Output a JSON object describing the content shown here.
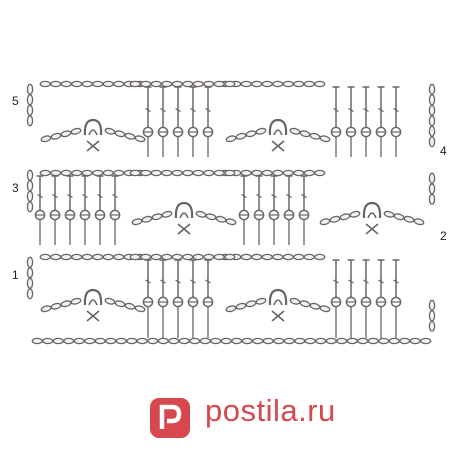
{
  "diagram": {
    "row_labels": [
      "5",
      "4",
      "3",
      "2",
      "1"
    ],
    "colors": {
      "stitch": "#6b6466",
      "chain_fill": "#f2f2f2",
      "numbers": "#222222"
    }
  },
  "watermark": {
    "text": "postila.ru",
    "color": "#d6474e",
    "logo_icon": "postila-logo"
  }
}
